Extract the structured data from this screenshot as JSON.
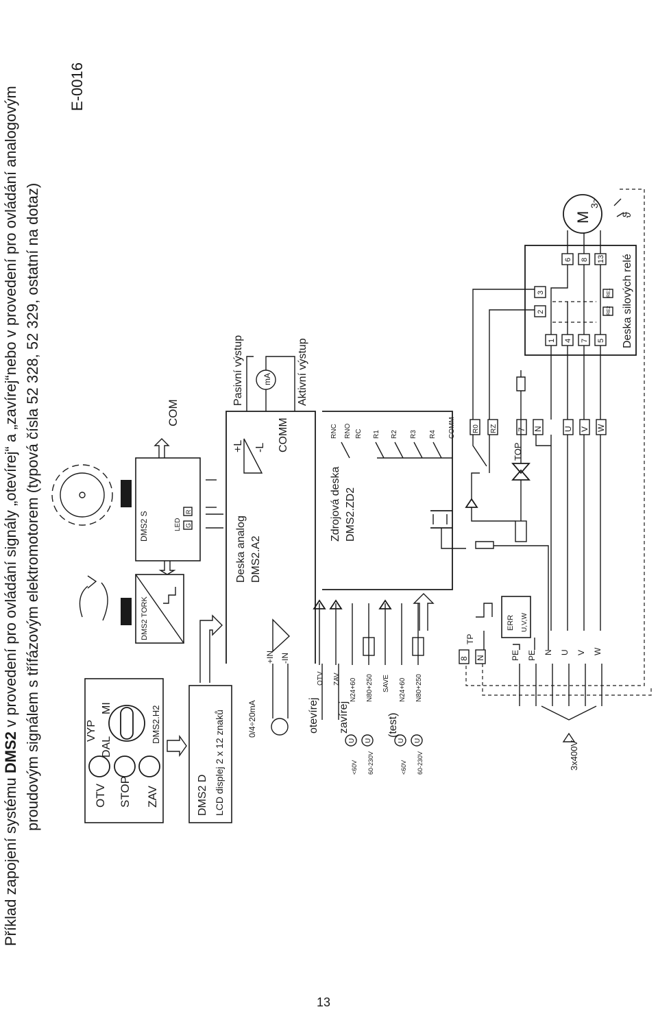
{
  "page": {
    "number": "13",
    "title_line1_prefix": "Příklad zapojení systému ",
    "title_line1_bold": "DMS2",
    "title_line1_suffix": " v provedení pro ovládání signály „otevírej“ a „zavírej“nebo v provedení pro ovládání analogovým",
    "title_line2": "proudovým signálem s třífázovým elektromotorem (typová čísla 52 328, 52 329, ostatní na dotaz)",
    "code": "E-0016"
  },
  "control_panel": {
    "buttons": [
      "OTV",
      "STOP",
      "ZAV"
    ],
    "selector_labels": [
      "VYP",
      "DAL",
      "MI"
    ],
    "module": "DMS2.H2"
  },
  "display_module": {
    "name": "DMS2 D",
    "description": "LCD displej 2 x 12 znaků"
  },
  "sensors": {
    "tork": "DMS2 TORK",
    "position": "DMS2 S",
    "led": "LED",
    "led_g": "G",
    "led_r": "R",
    "com": "COM"
  },
  "analog_board": {
    "name": "Deska analog",
    "module": "DMS2.A2",
    "input_range": "0/4÷20mA",
    "in_plus": "+IN",
    "in_minus": "-IN",
    "out_plus": "+L",
    "out_minus": "-L",
    "comm": "COMM",
    "passive_output": "Pasivní výstup",
    "active_output": "Aktivní výstup",
    "meter": "mA"
  },
  "command_inputs": {
    "open": "otevírej",
    "close": "zavírej",
    "test": "(test)",
    "terminals": [
      "OTV",
      "ZAV",
      "N24+60",
      "N80+250",
      "SAVE",
      "N24+60",
      "N80+250"
    ],
    "voltages": [
      "<60V",
      "60-230V",
      "<60V",
      "60-230V"
    ],
    "u_symbol": "U"
  },
  "power_board": {
    "name": "Zdrojová deska",
    "module": "DMS2.ZD2",
    "relay_terminals": [
      "RNC",
      "RNO",
      "RC",
      "R1",
      "R2",
      "R3",
      "R4",
      "COMM"
    ],
    "out_terminals": [
      "R0",
      "RZ",
      "7",
      "N",
      "U",
      "V",
      "W"
    ],
    "top_label": "TOP",
    "in_terminals": [
      "8",
      "N",
      "PE",
      "PE",
      "N",
      "U",
      "V",
      "W"
    ],
    "tp_label": "TP",
    "err_label": "ERR",
    "err_phases": "U,V,W"
  },
  "relay_board": {
    "name": "Deska silových relé",
    "terminals_top": [
      "2",
      "3"
    ],
    "terminals_left": [
      "1",
      "4",
      "7",
      "5"
    ],
    "terminals_right": [
      "6",
      "8",
      "13"
    ],
    "coil_labels": [
      "RE1",
      "RE2"
    ]
  },
  "motor": {
    "label": "M",
    "phases": "3~",
    "thermal": "ϑ"
  },
  "supply": {
    "label": "3x400V"
  }
}
